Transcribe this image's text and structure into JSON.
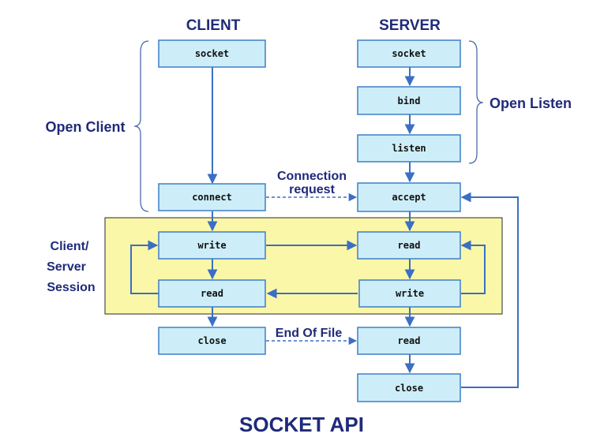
{
  "title": "SOCKET API",
  "headers": {
    "client": "CLIENT",
    "server": "SERVER"
  },
  "group_labels": {
    "open_client": "Open Client",
    "open_listen": "Open Listen",
    "session": [
      "Client/",
      "Server",
      "Session"
    ]
  },
  "nodes": {
    "client_socket": "socket",
    "client_connect": "connect",
    "client_write": "write",
    "client_read": "read",
    "client_close": "close",
    "server_socket": "socket",
    "server_bind": "bind",
    "server_listen": "listen",
    "server_accept": "accept",
    "server_read": "read",
    "server_write": "write",
    "server_read_eof": "read",
    "server_close": "close"
  },
  "edge_labels": {
    "connection_request": [
      "Connection",
      "request"
    ],
    "end_of_file": "End Of File"
  },
  "colors": {
    "box_fill": "#cdeef8",
    "box_border": "#3f7fc7",
    "arrow": "#3a6fc4",
    "label_text": "#1f2a7a",
    "session_fill": "#fbf7a8",
    "session_border": "#2a2a2a"
  }
}
